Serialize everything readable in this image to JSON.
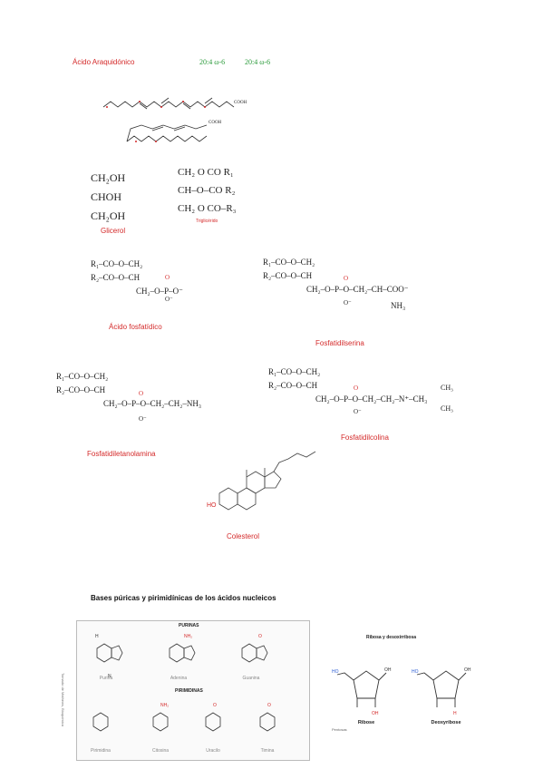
{
  "arachidonic": {
    "title": "Ácido Araquidónico",
    "note1": "20:4 ω-6",
    "note2": "20:4 ω-6",
    "cooh1": "COOH",
    "cooh2": "COOH"
  },
  "glycerol": {
    "lines": [
      "CH₂OH",
      "CHOH",
      "CH₂OH"
    ],
    "label": "Glicerol"
  },
  "triglyceride": {
    "lines": [
      "CH₂ O  CO  R₁",
      "CH–O–CO  R₂",
      "CH₂  O  CO–R₃"
    ],
    "label": "Triglicérido"
  },
  "phosphatidic": {
    "lines": [
      "R₁–CO–O–CH₂",
      "R₂–CO–O–CH",
      "CH₂–O–P–O⁻"
    ],
    "o_top": "O",
    "o_bottom": "O⁻",
    "label": "Ácido fosfatídico"
  },
  "serine": {
    "lines": [
      "R₁–CO–O–CH₂",
      "R₂–CO–O–CH",
      "CH₂–O–P–O–CH₂–CH–COO⁻"
    ],
    "o_top": "O",
    "o_bottom": "O⁻",
    "nh3": "NH₃",
    "label": "Fosfatidilserina"
  },
  "ethanolamine": {
    "lines": [
      "R₁–CO–O–CH₂",
      "R₂–CO–O–CH",
      "CH₂–O–P–O–CH₂–CH₂–NH₃"
    ],
    "o_top": "O",
    "o_bottom": "O⁻",
    "label": "Fosfatidiletanolamina"
  },
  "choline": {
    "lines": [
      "R₁–CO–O–CH₂",
      "R₂–CO–O–CH",
      "CH₂–O–P–O–CH₂–CH₂–N⁺–CH₃"
    ],
    "ch3_top": "CH₃",
    "ch3_bottom": "CH₃",
    "o_top": "O",
    "o_bottom": "O⁻",
    "label": "Fosfatidilcolina"
  },
  "cholesterol": {
    "label": "Colesterol",
    "ho": "HO"
  },
  "bases": {
    "heading": "Bases púricas y pirimidínicas de los ácidos nucleicos",
    "purines_title": "PURINAS",
    "pyrimidines_title": "PIRIMIDINAS",
    "purines": [
      "Purina",
      "Adenina",
      "Guanina"
    ],
    "pyrimidines": [
      "Pirimidina",
      "Citosina",
      "Uracilo",
      "Timina"
    ],
    "atom_h": "H",
    "atom_n": "N",
    "nh2": "NH₂",
    "o": "O",
    "side_text": "Tomado de Mathews, Bioquímica"
  },
  "sugars": {
    "title": "Ribosa y desoxirribosa",
    "items": [
      "Ribose",
      "Deoxyribose"
    ],
    "oh": "OH",
    "ho": "HO",
    "h": "H",
    "caption": "Pentosas"
  },
  "colors": {
    "red": "#d42a2a",
    "green": "#2a9a3a",
    "blue": "#2a5bd4"
  }
}
